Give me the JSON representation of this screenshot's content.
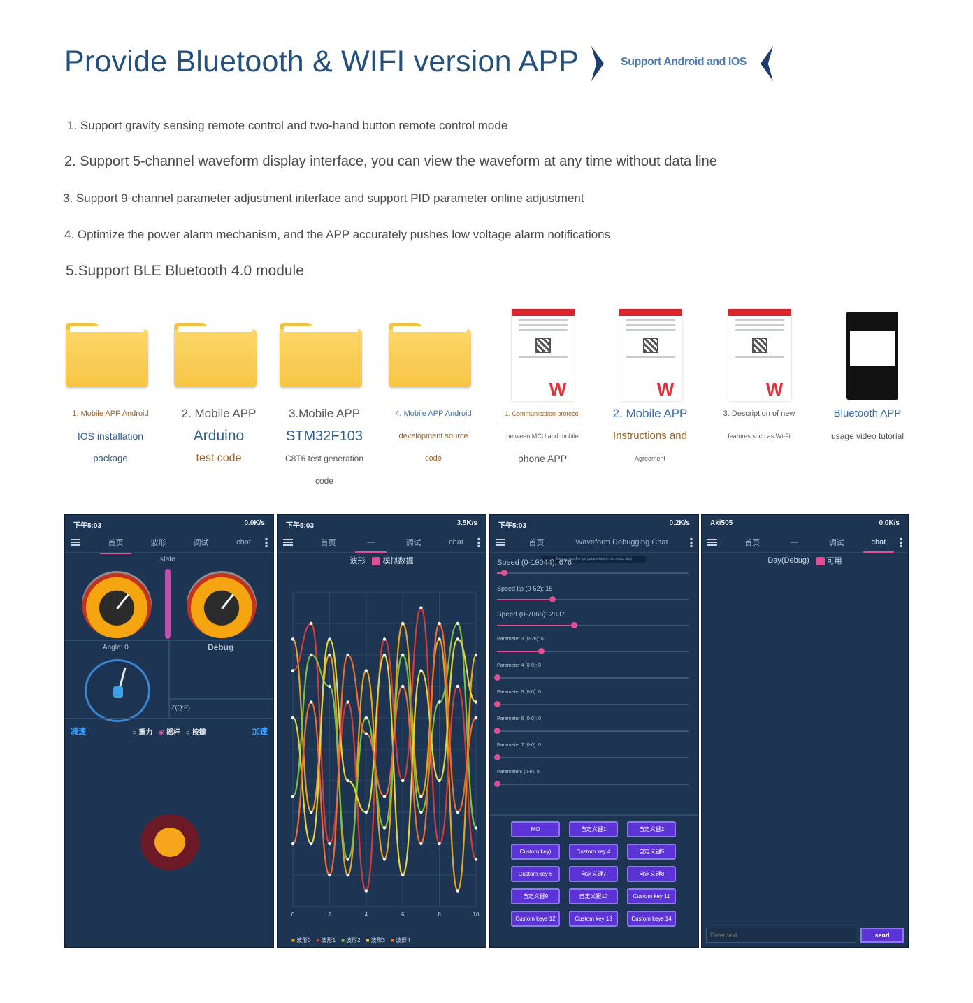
{
  "header": {
    "title": "Provide Bluetooth & WIFI version APP",
    "badge": "Support Android and IOS"
  },
  "features": [
    "1. Support gravity sensing remote control and two-hand button remote control mode",
    "2. Support 5-channel waveform display interface, you can view the waveform at any time without data line",
    "3. Support 9-channel parameter adjustment interface and support PID parameter online adjustment",
    "4. Optimize the power alarm mechanism, and the APP accurately pushes low voltage alarm notifications",
    "5.Support BLE Bluetooth 4.0 module"
  ],
  "files": [
    {
      "icon": "folder-icon",
      "lines": [
        "1. Mobile APP Android",
        "IOS installation",
        "package"
      ]
    },
    {
      "icon": "folder-icon",
      "lines": [
        "2. Mobile APP",
        "Arduino",
        "test code"
      ]
    },
    {
      "icon": "folder-icon",
      "lines": [
        "3.Mobile APP",
        "STM32F103",
        "C8T6 test generation",
        "code"
      ]
    },
    {
      "icon": "folder-icon",
      "lines": [
        "4. Mobile APP Android",
        "development source",
        "code"
      ]
    },
    {
      "icon": "pdf-document-icon",
      "lines": [
        "1. Communication protocol",
        "between MCU and mobile",
        "phone APP"
      ]
    },
    {
      "icon": "pdf-document-icon",
      "lines": [
        "2. Mobile APP",
        "Instructions and",
        "Agreement"
      ]
    },
    {
      "icon": "pdf-document-icon",
      "lines": [
        "3. Description of new",
        "features such as Wi-Fi"
      ]
    },
    {
      "icon": "video-phone-icon",
      "lines": [
        "Bluetooth APP",
        "usage video tutorial"
      ]
    }
  ],
  "screens": {
    "s1": {
      "status_left": "下午5:03",
      "status_right": "0.0K/s",
      "tabs": [
        "首页",
        "波形",
        "调试",
        "chat"
      ],
      "state_label": "state",
      "angle_label": "Angle: 0",
      "debug_label": "Debug",
      "z_label": "Z(Q:P)",
      "left_btn": "减速",
      "right_btn": "加速",
      "modes": [
        "重力",
        "摇杆",
        "按键"
      ]
    },
    "s2": {
      "status_left": "下午5:03",
      "status_right": "3.5K/s",
      "tabs": [
        "首页",
        "—",
        "调试",
        "chat"
      ],
      "wave_label": "波形",
      "check_label": "模拟数据",
      "legend": [
        "波形0",
        "波形1",
        "波形2",
        "波形3",
        "波形4"
      ]
    },
    "s3": {
      "status_left": "下午5:03",
      "status_right": "0.2K/s",
      "tabs": [
        "首页",
        "Waveform Debugging Chat"
      ],
      "debug_hint": "Debug (need to get parameters in the menu first)",
      "params": [
        {
          "label": "Speed (0-19044): 676",
          "value": 676,
          "max": 19044
        },
        {
          "label": "Speed kp (0-52): 15",
          "value": 15,
          "max": 52
        },
        {
          "label": "Speed (0-7068): 2837",
          "value": 2837,
          "max": 7068
        },
        {
          "label": "Parameter 3 (0-26): 6",
          "value": 6,
          "max": 26
        },
        {
          "label": "Parameter 4 (0-0): 0",
          "value": 0,
          "max": 0
        },
        {
          "label": "Parameter 5 (0-0): 0",
          "value": 0,
          "max": 0
        },
        {
          "label": "Parameter 6 (0-0): 0",
          "value": 0,
          "max": 0
        },
        {
          "label": "Parameter 7 (0-0): 0",
          "value": 0,
          "max": 0
        },
        {
          "label": "Parameters (0-0): 0",
          "value": 0,
          "max": 0
        }
      ],
      "buttons": [
        "MO",
        "自定义键1",
        "自定义键2",
        "Custom key)",
        "Custom key 4",
        "自定义键5",
        "Custom key 6",
        "自定义键7",
        "自定义键8",
        "自定义键9",
        "自定义键10",
        "Custom key 11",
        "Custom keys 12",
        "Custom key 13",
        "Custom keys 14"
      ]
    },
    "s4": {
      "status_left": "Aki505",
      "status_right": "0.0K/s",
      "tabs": [
        "首页",
        "—",
        "调试",
        "chat"
      ],
      "day_label": "Day(Debug)",
      "check_label": "可用",
      "input_placeholder": "Enter text",
      "send_label": "send"
    }
  },
  "chart_data": {
    "type": "line",
    "x": [
      0,
      1,
      2,
      3,
      4,
      5,
      6,
      7,
      8,
      9,
      10
    ],
    "xticks": [
      0,
      2,
      4,
      6,
      8,
      10
    ],
    "ylim": [
      -100,
      100
    ],
    "series": [
      {
        "name": "波形0",
        "color": "#e7a21d",
        "values": [
          70,
          -40,
          60,
          -80,
          50,
          -70,
          80,
          -30,
          70,
          -90,
          60
        ]
      },
      {
        "name": "波形1",
        "color": "#d43b3b",
        "values": [
          50,
          80,
          -60,
          30,
          -90,
          70,
          -20,
          90,
          -60,
          40,
          -70
        ]
      },
      {
        "name": "波形2",
        "color": "#7bc043",
        "values": [
          -30,
          60,
          40,
          -70,
          20,
          -50,
          60,
          -40,
          30,
          80,
          -50
        ]
      },
      {
        "name": "波形3",
        "color": "#e2d43a",
        "values": [
          20,
          -60,
          70,
          -20,
          -40,
          60,
          -80,
          50,
          -20,
          70,
          30
        ]
      },
      {
        "name": "波形4",
        "color": "#f06b2e",
        "values": [
          -60,
          30,
          -80,
          60,
          10,
          -30,
          40,
          -60,
          80,
          -40,
          20
        ]
      }
    ]
  }
}
